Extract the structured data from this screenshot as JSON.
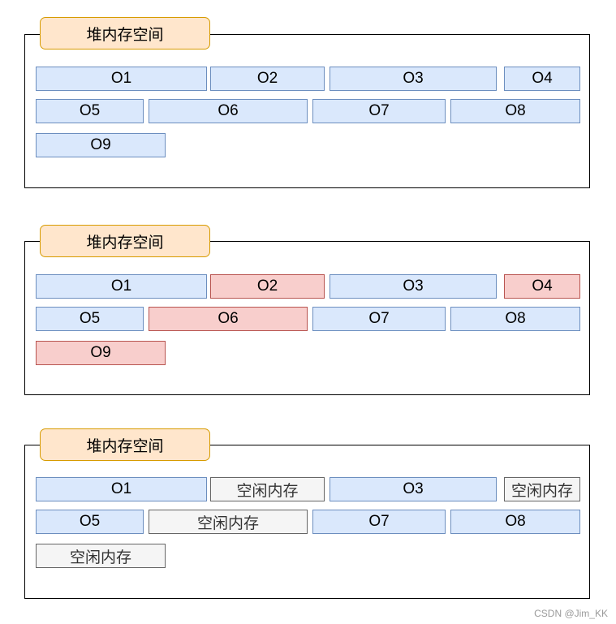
{
  "colors": {
    "live_fill": "#dae8fc",
    "live_stroke": "#6c8ebf",
    "dead_fill": "#f8cecc",
    "dead_stroke": "#b85450",
    "free_fill": "#f5f5f5",
    "free_stroke": "#666666",
    "label_fill": "#ffe6cc",
    "label_stroke": "#d79b00"
  },
  "panels": [
    {
      "title": "堆内存空间",
      "blocks": [
        {
          "text": "O1",
          "state": "live"
        },
        {
          "text": "O2",
          "state": "live"
        },
        {
          "text": "O3",
          "state": "live"
        },
        {
          "text": "O4",
          "state": "live"
        },
        {
          "text": "O5",
          "state": "live"
        },
        {
          "text": "O6",
          "state": "live"
        },
        {
          "text": "O7",
          "state": "live"
        },
        {
          "text": "O8",
          "state": "live"
        },
        {
          "text": "O9",
          "state": "live"
        }
      ]
    },
    {
      "title": "堆内存空间",
      "blocks": [
        {
          "text": "O1",
          "state": "live"
        },
        {
          "text": "O2",
          "state": "dead"
        },
        {
          "text": "O3",
          "state": "live"
        },
        {
          "text": "O4",
          "state": "dead"
        },
        {
          "text": "O5",
          "state": "live"
        },
        {
          "text": "O6",
          "state": "dead"
        },
        {
          "text": "O7",
          "state": "live"
        },
        {
          "text": "O8",
          "state": "live"
        },
        {
          "text": "O9",
          "state": "dead"
        }
      ]
    },
    {
      "title": "堆内存空间",
      "blocks": [
        {
          "text": "O1",
          "state": "live"
        },
        {
          "text": "空闲内存",
          "state": "free"
        },
        {
          "text": "O3",
          "state": "live"
        },
        {
          "text": "空闲内存",
          "state": "free"
        },
        {
          "text": "O5",
          "state": "live"
        },
        {
          "text": "空闲内存",
          "state": "free"
        },
        {
          "text": "O7",
          "state": "live"
        },
        {
          "text": "O8",
          "state": "live"
        },
        {
          "text": "空闲内存",
          "state": "free"
        }
      ]
    }
  ],
  "watermark": "CSDN @Jim_KK"
}
